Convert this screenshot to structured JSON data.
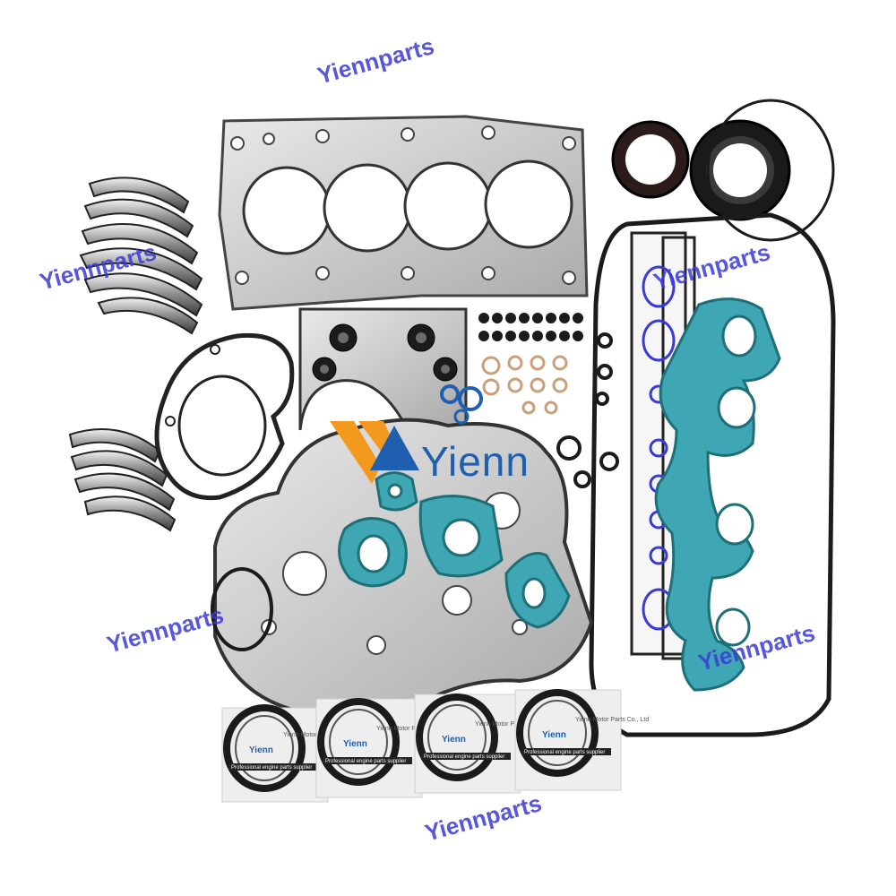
{
  "brand": {
    "logo_text": "Yienn",
    "watermark_text": "Yiennparts",
    "accent_color": "#3a3ad6",
    "logo_color": "#1f5fb0",
    "logo_orange": "#f39a1e",
    "gasket_teal": "#3fa7b3"
  },
  "packages": {
    "brand_text": "Yienn",
    "company_text": "Yienn Motor Parts Co., Ltd",
    "tagline_text": "Professional engine parts supplier"
  }
}
